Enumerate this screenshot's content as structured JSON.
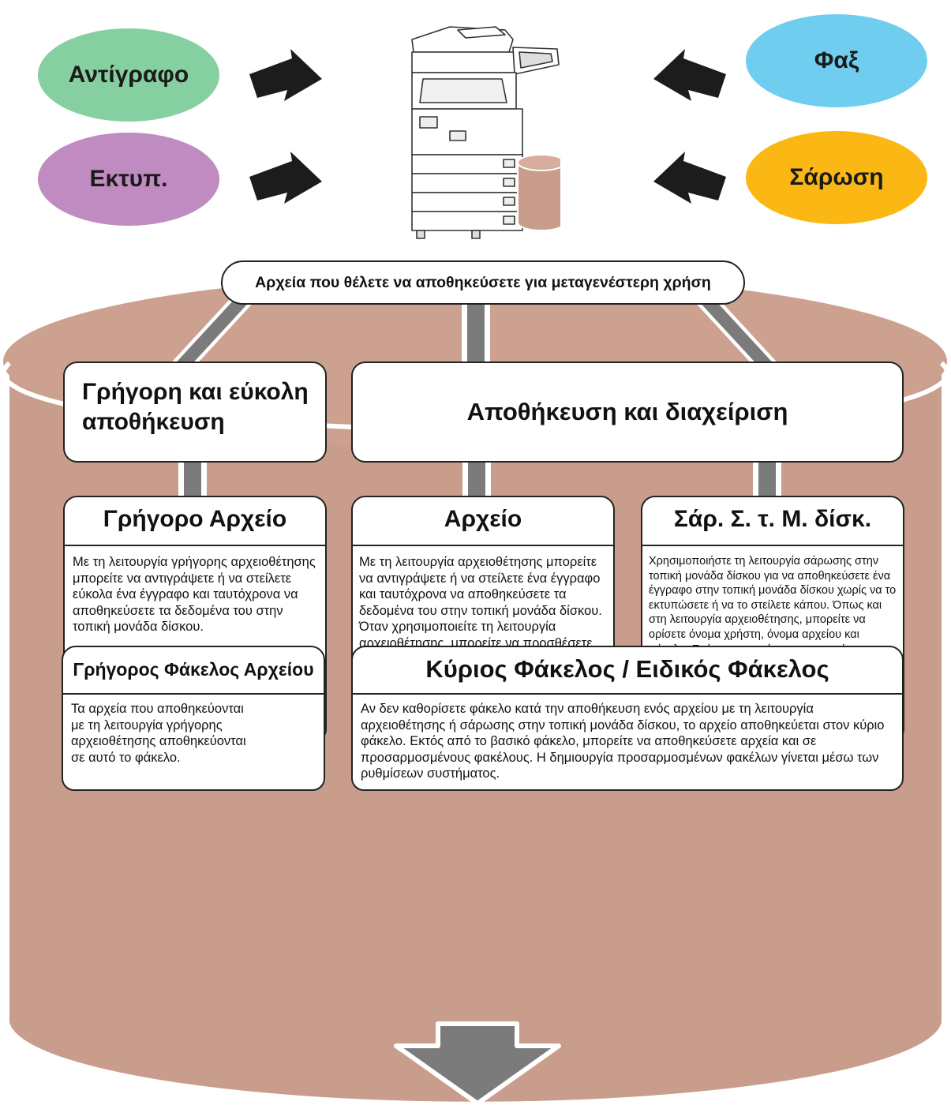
{
  "functions": {
    "copy": "Αντίγραφο",
    "print": "Εκτυπ.",
    "fax": "Φαξ",
    "scan": "Σάρωση"
  },
  "storage_banner": "Αρχεία που θέλετε να αποθηκεύσετε για μεταγενέστερη χρήση",
  "categories": {
    "quick": "Γρήγορη και εύκολη αποθήκευση",
    "managed": "Αποθήκευση και διαχείριση"
  },
  "modes": {
    "quick_file": {
      "title": "Γρήγορο Αρχείο",
      "description": "Με τη λειτουργία γρήγορης αρχειοθέτησης μπορείτε να αντιγράψετε ή να στείλετε εύκολα ένα έγγραφο και ταυτόχρονα να αποθηκεύσετε τα δεδομένα του στην τοπική μονάδα δίσκου."
    },
    "file": {
      "title": "Αρχείο",
      "description": "Με τη λειτουργία αρχειοθέτησης μπορείτε να αντιγράψετε ή να στείλετε ένα έγγραφο και ταυτόχρονα να αποθηκεύσετε τα δεδομένα του στην τοπική μονάδα δίσκου. Όταν χρησιμοποιείτε τη λειτουργία αρχειοθέτησης, μπορείτε να προσθέσετε όνομα χρήστη και όνομα αρχείου στο αποθηκευμένο αρχείο. Επίσης, μπορείτε να επιλέξετε σε ποιον φάκελο θα αποθηκευτεί το αρχείο, για εύκολη διαχείριση."
    },
    "scan_to_hdd": {
      "title": "Σάρ. Σ. τ. Μ. δίσκ.",
      "description": "Χρησιμοποιήστε τη λειτουργία σάρωσης στην τοπική μονάδα δίσκου για να αποθηκεύσετε ένα έγγραφο στην τοπική μονάδα δίσκου χωρίς να το εκτυπώσετε ή να το στείλετε κάπου. Όπως και στη λειτουργία αρχειοθέτησης, μπορείτε να ορίσετε όνομα χρήστη, όνομα αρχείου και φάκελο. Επίσης, μπορείτε να προχωρήσετε στη λήψη ενός αποθηκευμένου αρχείου χρησιμοποιώντας τη δυνατότητα σάρωσης στην τοπική μονάδα δίσκου από την ιστοσελίδα."
    }
  },
  "folders": {
    "quick_folder": {
      "title": "Γρήγορος Φάκελος Αρχείου",
      "description": "Τα αρχεία που αποθηκεύονται με τη λειτουργία γρήγορης αρχειοθέτησης αποθηκεύονται σε αυτό το φάκελο."
    },
    "main_custom": {
      "title": "Κύριος Φάκελος / Ειδικός Φάκελος",
      "description": "Αν δεν καθορίσετε φάκελο κατά την αποθήκευση ενός αρχείου με τη λειτουργία αρχειοθέτησης ή σάρωσης στην τοπική μονάδα δίσκου, το αρχείο αποθηκεύεται στον κύριο φάκελο. Εκτός από το βασικό φάκελο, μπορείτε να αποθηκεύσετε αρχεία και σε προσαρμοσμένους φακέλους. Η δημιουργία προσαρμοσμένων φακέλων γίνεται μέσω των ρυθμίσεων συστήματος."
    }
  },
  "colors": {
    "copy": "#86cfa0",
    "print": "#bf8bc0",
    "fax": "#6fcdf0",
    "scan": "#fbb814",
    "cylinder": "#cfa08e",
    "cylinder_top": "#d4a898",
    "connector": "#7b7b7b"
  }
}
